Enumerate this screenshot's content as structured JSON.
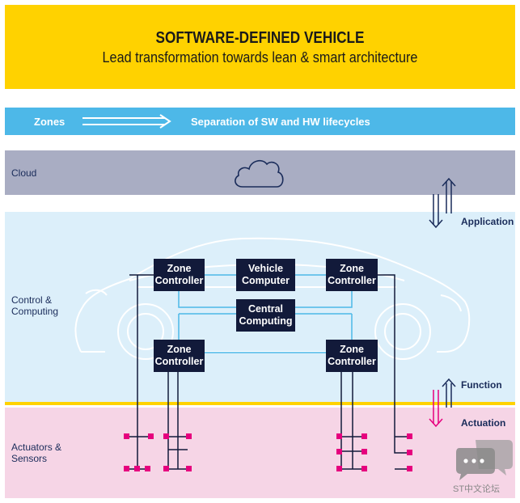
{
  "header": {
    "title": "SOFTWARE-DEFINED VEHICLE",
    "subtitle": "Lead transformation towards lean & smart architecture"
  },
  "zones_bar": {
    "label": "Zones",
    "description": "Separation of SW and HW lifecycles"
  },
  "layers": {
    "cloud": "Cloud",
    "control_line1": "Control &",
    "control_line2": "Computing",
    "actuators_line1": "Actuators &",
    "actuators_line2": "Sensors"
  },
  "side_labels": {
    "application": "Application",
    "function": "Function",
    "actuation": "Actuation"
  },
  "boxes": {
    "zone_tl": [
      "Zone",
      "Controller"
    ],
    "vehicle": [
      "Vehicle",
      "Computer"
    ],
    "zone_tr": [
      "Zone",
      "Controller"
    ],
    "central": [
      "Central",
      "Computing"
    ],
    "zone_bl": [
      "Zone",
      "Controller"
    ],
    "zone_br": [
      "Zone",
      "Controller"
    ]
  },
  "watermark": "ST中文论坛",
  "colors": {
    "yellow": "#ffd200",
    "blue_bar": "#4db8e8",
    "cloud_bar": "#a9adc3",
    "control_bg": "#dceffa",
    "actuator_bg": "#f6d5e6",
    "box": "#121a3a",
    "magenta": "#e6007e",
    "connector": "#4db8e8"
  },
  "icons": [
    "cloud-icon",
    "right-arrow-icon",
    "up-down-arrow-icon",
    "car-outline-icon",
    "chat-bubble-icon"
  ]
}
